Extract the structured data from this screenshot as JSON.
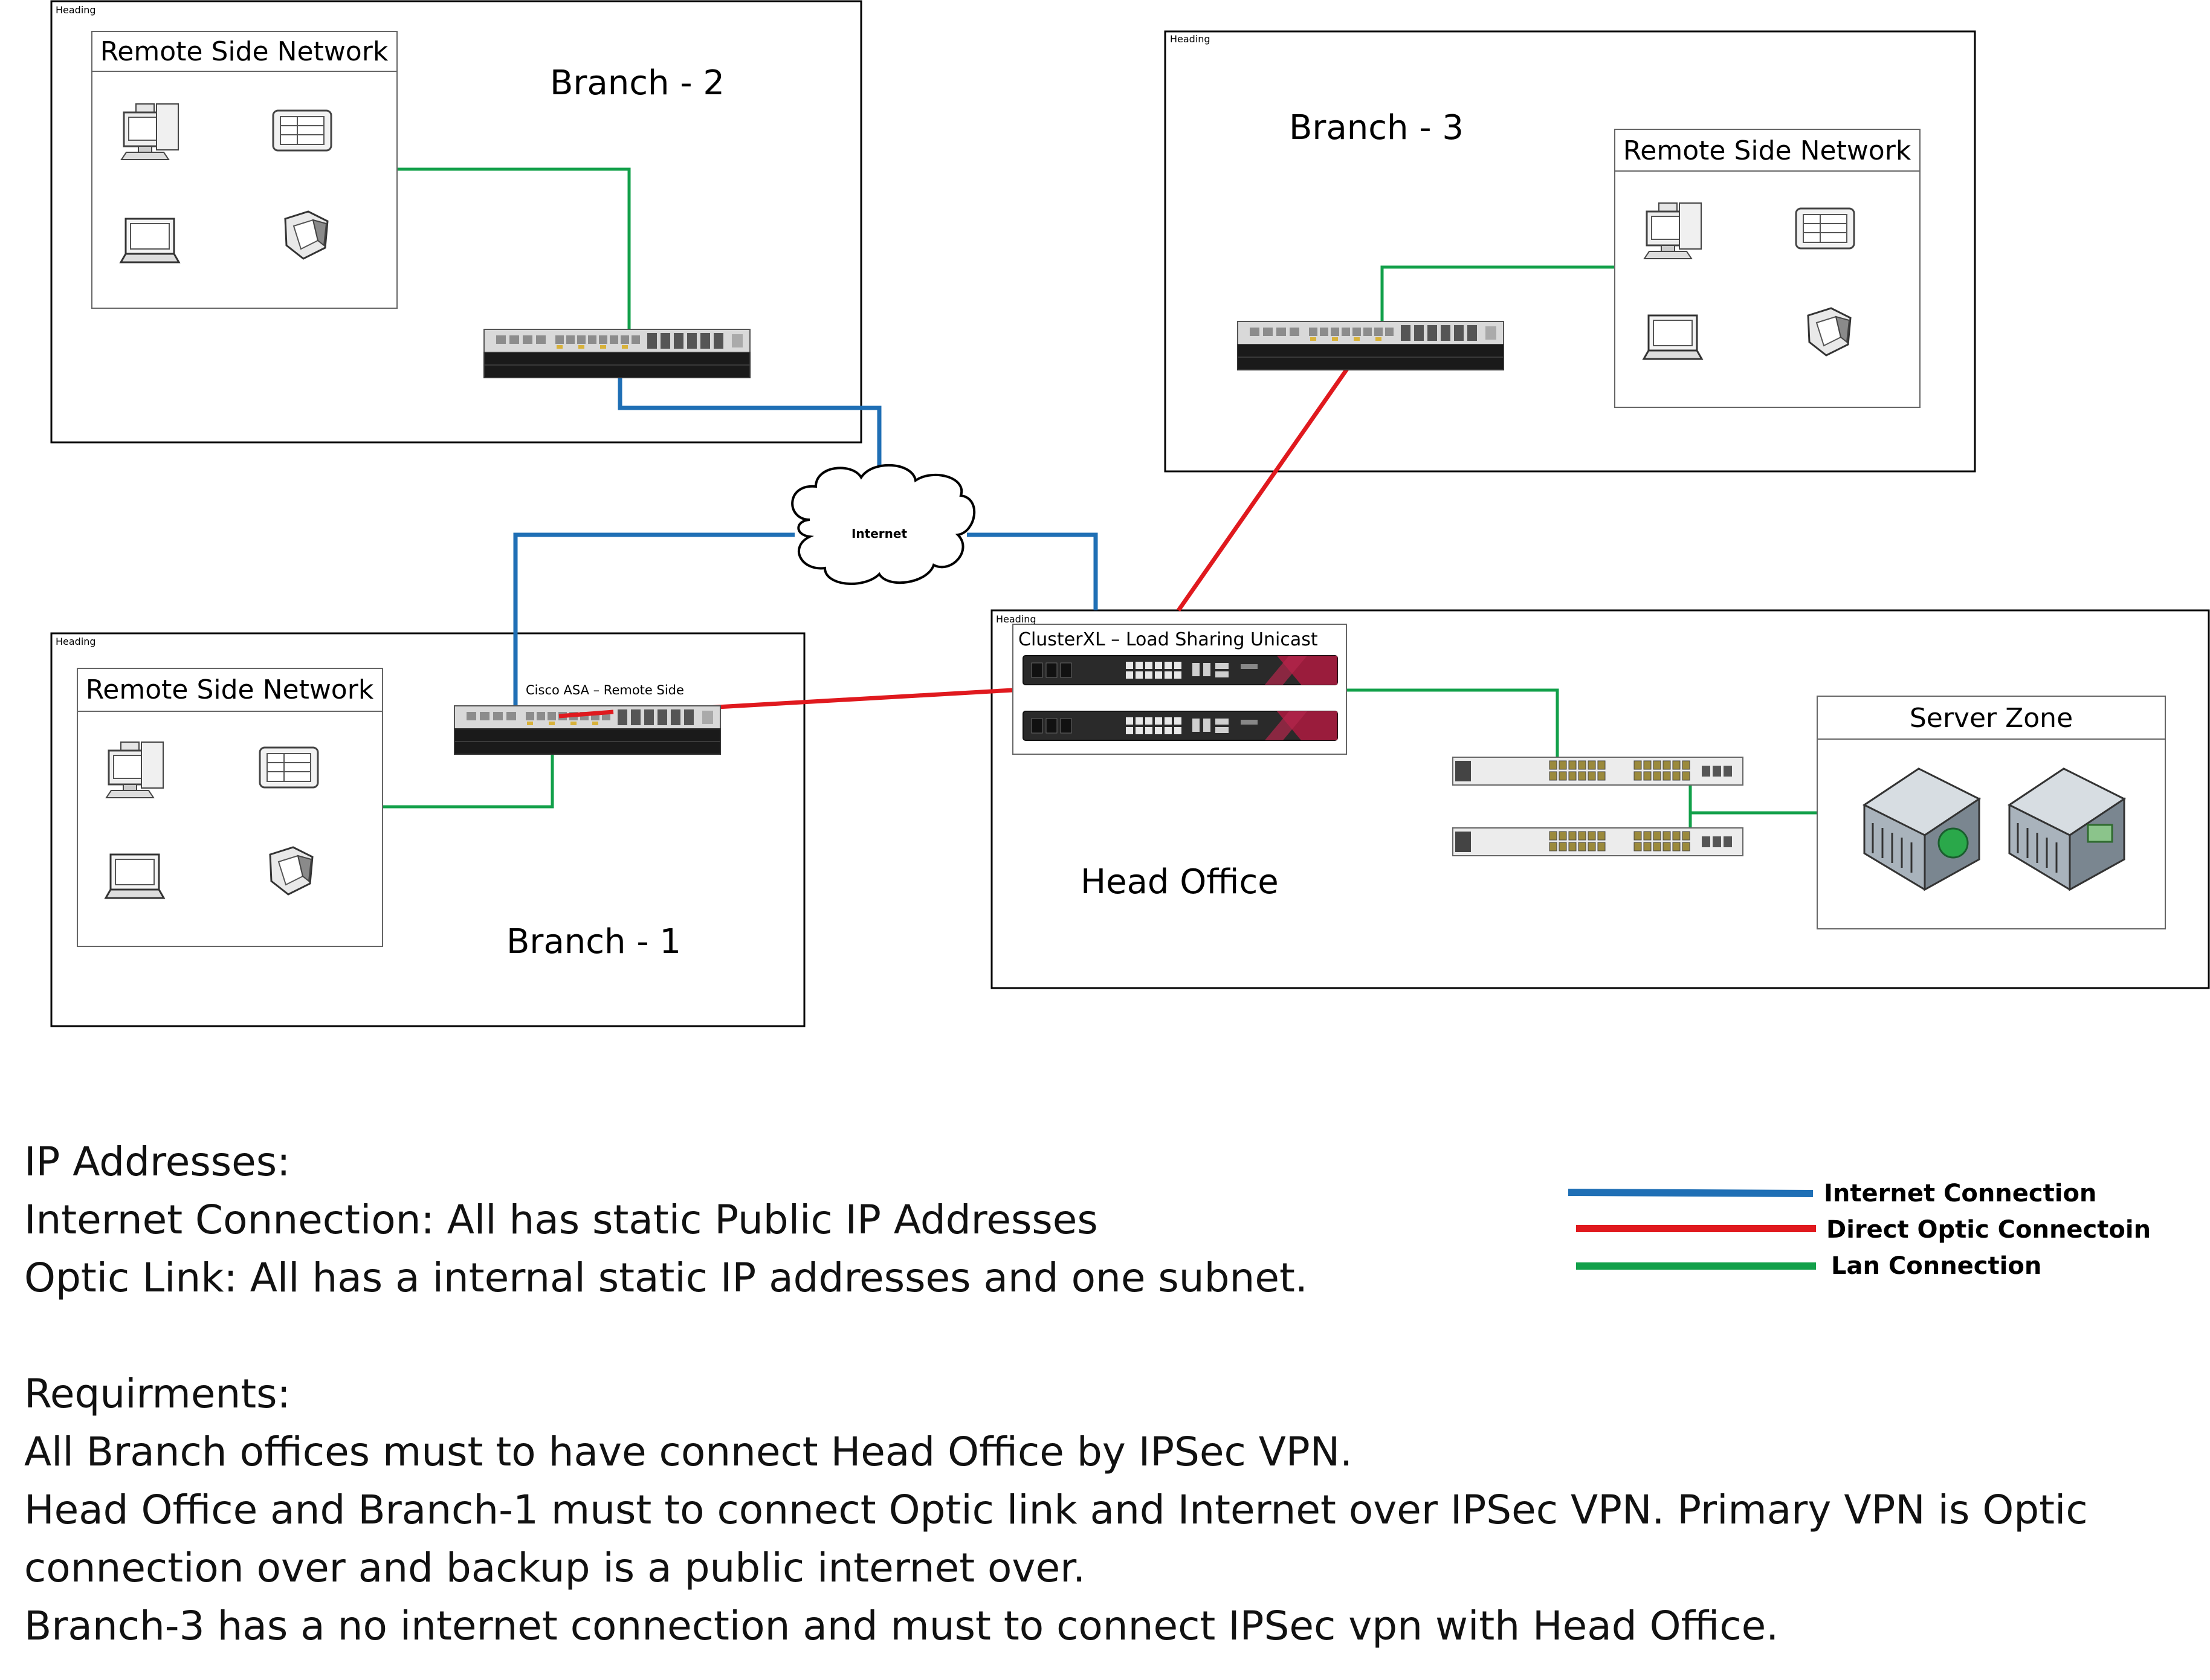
{
  "colors": {
    "internet": "#1f6fb5",
    "optic": "#e0191e",
    "lan": "#12a04a"
  },
  "offices": {
    "branch2": {
      "heading": "Heading",
      "title": "Branch - 2",
      "network_label": "Remote Side Network"
    },
    "branch3": {
      "heading": "Heading",
      "title": "Branch - 3",
      "network_label": "Remote Side Network"
    },
    "branch1": {
      "heading": "Heading",
      "title": "Branch - 1",
      "network_label": "Remote Side Network",
      "device_label": "Cisco ASA – Remote Side"
    },
    "head_office": {
      "heading": "Heading",
      "title": "Head Office",
      "cluster_label": "ClusterXL – Load Sharing Unicast",
      "server_zone_label": "Server Zone"
    }
  },
  "internet_cloud": {
    "label": "Internet"
  },
  "legend": {
    "items": [
      {
        "label": "Internet Connection",
        "color": "#1f6fb5"
      },
      {
        "label": "Direct Optic Connectoin",
        "color": "#e0191e"
      },
      {
        "label": "Lan Connection",
        "color": "#12a04a"
      }
    ]
  },
  "notes": {
    "ip_title": "IP Addresses:",
    "ip_internet": "Internet Connection: All has static Public IP Addresses",
    "ip_optic": "Optic Link: All has a internal static IP addresses and one subnet.",
    "req_title": "Requirments:",
    "req_1": "All Branch offices must to have connect Head Office by IPSec VPN.",
    "req_2a": "Head Office and Branch-1 must to connect Optic link and Internet over IPSec VPN. Primary VPN is Optic",
    "req_2b": "connection over and backup is a public internet over.",
    "req_3": "Branch-3 has a no internet connection and must to connect IPSec vpn with Head Office."
  }
}
